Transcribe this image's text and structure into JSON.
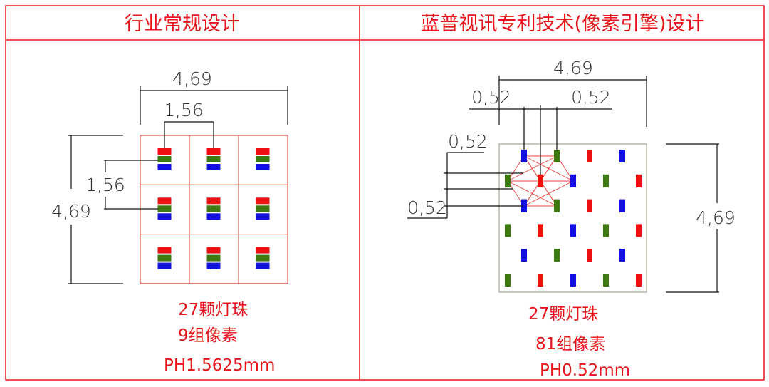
{
  "colors": {
    "border": "#e8141b",
    "red": "#ee1111",
    "green": "#3d7a10",
    "blue": "#1010e0",
    "grid": "#e03030",
    "panel": "#8a9a80"
  },
  "left": {
    "title": "行业常规设计",
    "dims": {
      "width": "4,69",
      "pitch_h": "1,56",
      "height": "4,69",
      "pitch_v": "1,56"
    },
    "captions": [
      "27颗灯珠",
      "9组像素",
      "PH1.5625mm"
    ]
  },
  "right": {
    "title": "蓝普视讯专利技术(像素引擎)设计",
    "dims": {
      "width": "4,69",
      "pitch_h_left": "0,52",
      "pitch_h_right": "0,52",
      "pitch_v_top": "0,52",
      "pitch_v_bottom": "0,52",
      "height": "4,69"
    },
    "captions": [
      "27颗灯珠",
      "81组像素",
      "PH0.52mm"
    ],
    "led_rows": [
      [
        "B",
        "G",
        "R",
        "B"
      ],
      [
        "G",
        "R",
        "B",
        "G",
        "R"
      ],
      [
        "B",
        "G",
        "R",
        "B"
      ],
      [
        "G",
        "R",
        "B",
        "G",
        "R"
      ],
      [
        "B",
        "G",
        "R",
        "B"
      ],
      [
        "G",
        "R",
        "B",
        "G",
        "R"
      ]
    ]
  }
}
